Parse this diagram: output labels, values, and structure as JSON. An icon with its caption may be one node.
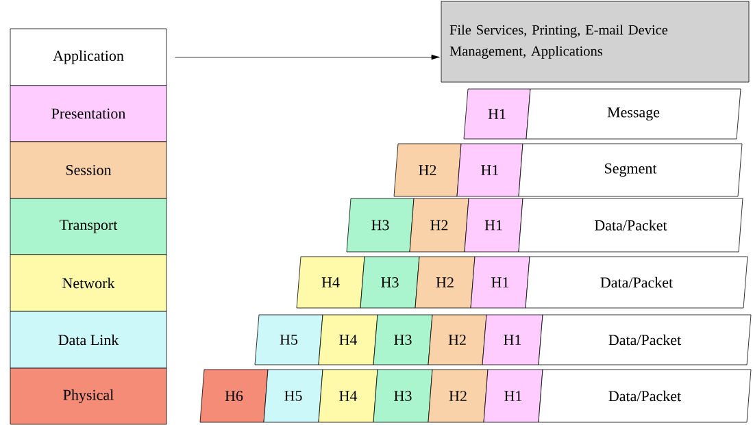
{
  "diagram": {
    "nodes": [
      {
        "text": [
          "Application"
        ]
      },
      {
        "text": [
          "Presentation"
        ]
      },
      {
        "text": [
          "Session"
        ]
      },
      {
        "text": [
          "Transport"
        ]
      },
      {
        "text": [
          "Network"
        ]
      },
      {
        "text": [
          "Data Link"
        ]
      },
      {
        "text": [
          "Physical"
        ]
      },
      {
        "text": [
          "File Services, Printing, E-mail Device Management, Applications"
        ]
      },
      {
        "text": [
          "H1"
        ]
      },
      {
        "text": [
          "Message"
        ]
      },
      {
        "text": [
          "H2"
        ]
      },
      {
        "text": [
          "H1"
        ]
      },
      {
        "text": [
          "Segment"
        ]
      },
      {
        "text": [
          "H3"
        ]
      },
      {
        "text": [
          "H2"
        ]
      },
      {
        "text": [
          "H1"
        ]
      },
      {
        "text": [
          "Data/Packet"
        ]
      },
      {
        "text": [
          "H4"
        ]
      },
      {
        "text": [
          "H3"
        ]
      },
      {
        "text": [
          "H2"
        ]
      },
      {
        "text": [
          "H1"
        ]
      },
      {
        "text": [
          "Data/Packet"
        ]
      },
      {
        "text": [
          "H5"
        ]
      },
      {
        "text": [
          "H4"
        ]
      },
      {
        "text": [
          "H3"
        ]
      },
      {
        "text": [
          "H2"
        ]
      },
      {
        "text": [
          "H1"
        ]
      },
      {
        "text": [
          "Data/Packet"
        ]
      },
      {
        "text": [
          "H6"
        ]
      },
      {
        "text": [
          "H5"
        ]
      },
      {
        "text": [
          "H4"
        ]
      },
      {
        "text": [
          "H3"
        ]
      },
      {
        "text": [
          "H2"
        ]
      },
      {
        "text": [
          "H1"
        ]
      },
      {
        "text": [
          "Data/Packet"
        ]
      }
    ],
    "edges": [
      {
        "from": 0,
        "to": 7,
        "arrow": "to"
      }
    ]
  }
}
